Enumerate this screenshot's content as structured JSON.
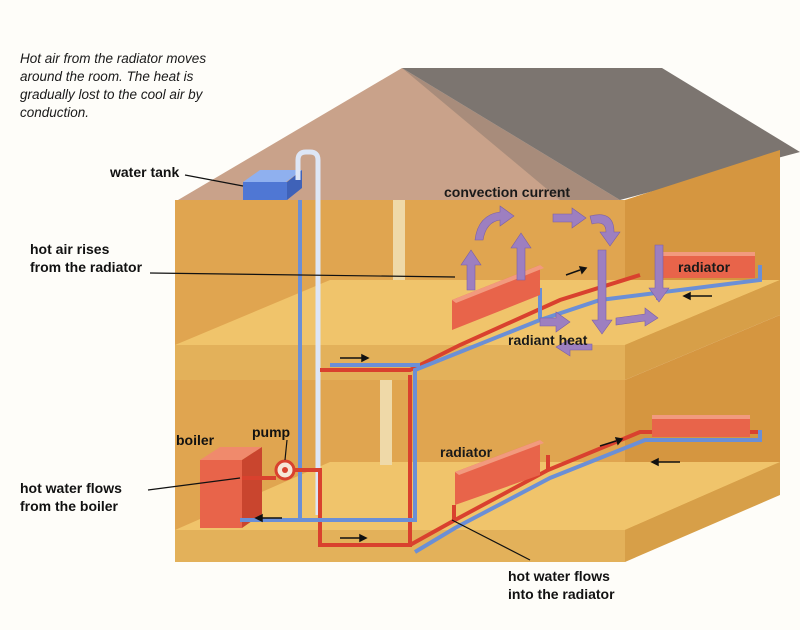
{
  "caption": "Hot air from the radiator moves around the room. The heat is gradually lost to the cool air by conduction.",
  "labels": {
    "water_tank": "water tank",
    "hot_air_rises_1": "hot air rises",
    "hot_air_rises_2": "from the radiator",
    "convection_current": "convection current",
    "radiator_upper_right": "radiator",
    "radiant_heat": "radiant heat",
    "boiler": "boiler",
    "pump": "pump",
    "radiator_lower": "radiator",
    "hot_water_from_boiler_1": "hot water flows",
    "hot_water_from_boiler_2": "from the boiler",
    "hot_water_into_radiator_1": "hot water flows",
    "hot_water_into_radiator_2": "into the radiator"
  },
  "colors": {
    "roof": "#7c7570",
    "wall": "#e0a550",
    "floor": "#f0c46b",
    "radiator": "#e8644a",
    "hot_pipe": "#d9412e",
    "cold_pipe": "#6b8fd6",
    "air_arrow": "#9d7fc0"
  }
}
